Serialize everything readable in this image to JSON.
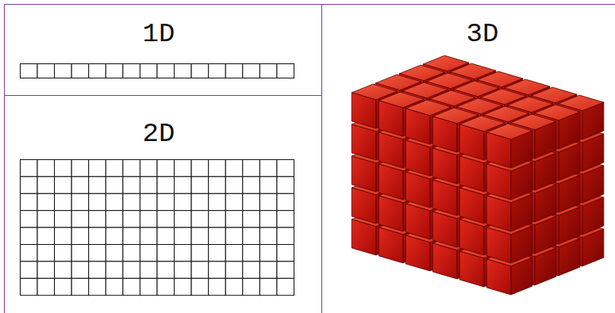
{
  "diagram": {
    "labels": [
      "1D",
      "2D",
      "3D"
    ]
  }
}
